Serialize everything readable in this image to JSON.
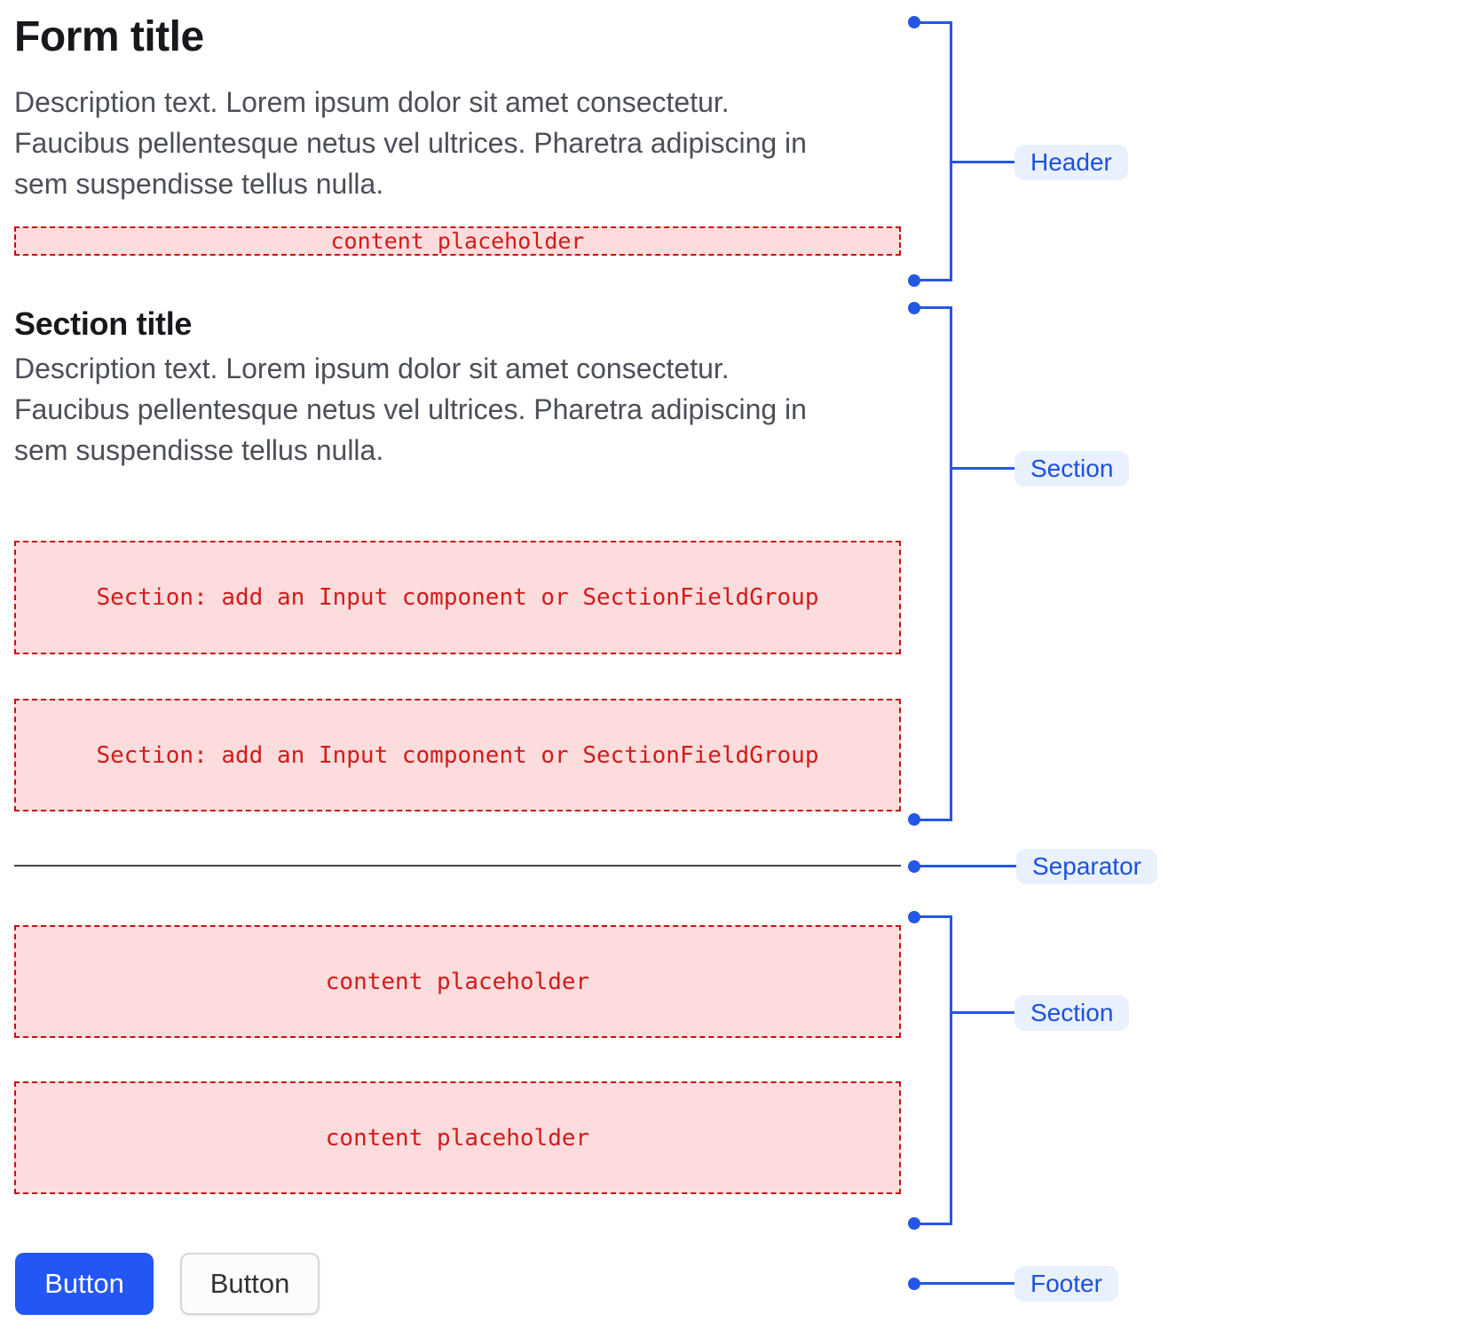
{
  "colors": {
    "accent_blue": "#2457e6",
    "pill_bg": "#e9f0fe",
    "pill_text": "#1b51dc",
    "placeholder_bg": "#fcdcdc",
    "placeholder_border": "#c90f0f",
    "placeholder_text": "#d31a1a",
    "title_text": "#17181c",
    "description_text": "#4c4f57",
    "separator": "#42454c",
    "button_primary_bg": "#2256f5",
    "button_primary_text": "#ffffff",
    "button_secondary_bg": "#fcfcfc",
    "button_secondary_border": "#d6d6da",
    "button_secondary_text": "#303237"
  },
  "header": {
    "title": "Form title",
    "description": "Description text. Lorem ipsum dolor sit amet consectetur.\nFaucibus pellentesque netus vel ultrices. Pharetra adipiscing in\nsem suspendisse tellus nulla.",
    "placeholder": "content placeholder"
  },
  "section1": {
    "title": "Section title",
    "description": "Description text. Lorem ipsum dolor sit amet consectetur.\nFaucibus pellentesque netus vel ultrices. Pharetra adipiscing in\nsem suspendisse tellus nulla.",
    "placeholders": [
      "Section: add an Input component or SectionFieldGroup",
      "Section: add an Input component or SectionFieldGroup"
    ]
  },
  "section2": {
    "placeholders": [
      "content placeholder",
      "content placeholder"
    ]
  },
  "footer": {
    "buttons": [
      {
        "label": "Button",
        "variant": "primary"
      },
      {
        "label": "Button",
        "variant": "secondary"
      }
    ]
  },
  "annotations": {
    "labels": [
      "Header",
      "Section",
      "Separator",
      "Section",
      "Footer"
    ]
  }
}
